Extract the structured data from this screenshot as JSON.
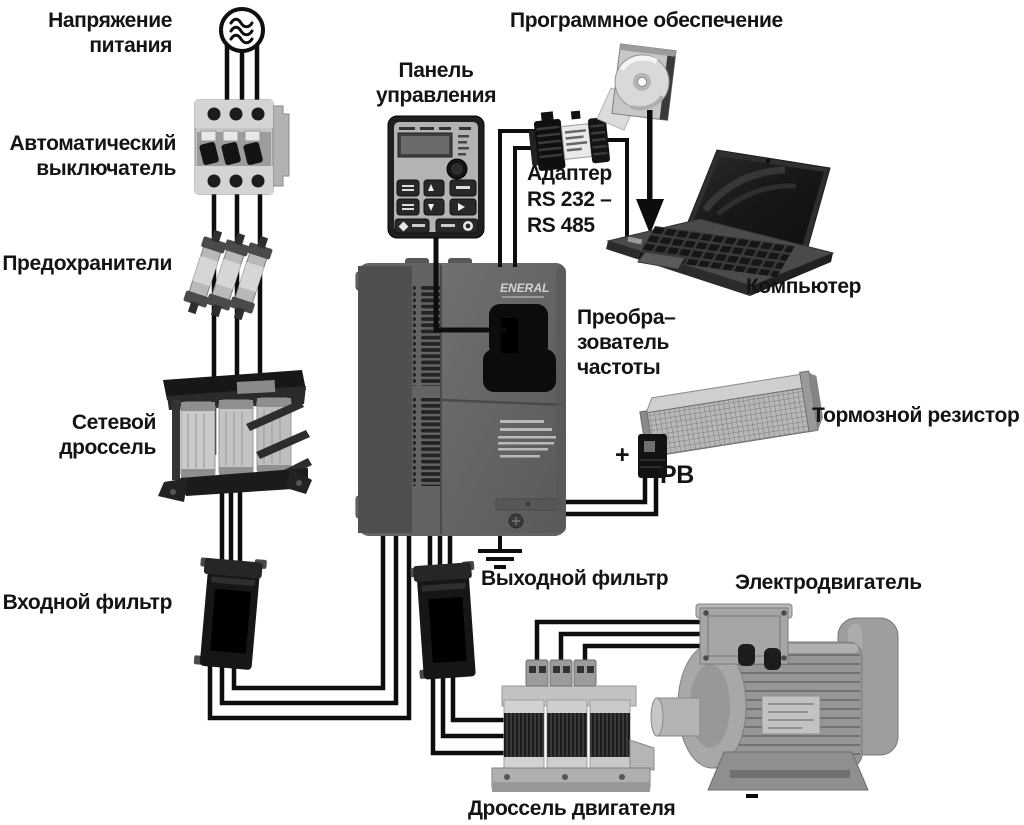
{
  "diagram": {
    "brand": "ENERAL",
    "labels": {
      "supply": {
        "line1": "Напряжение",
        "line2": "питания"
      },
      "breaker": {
        "line1": "Автоматический",
        "line2": "выключатель"
      },
      "fuses": "Предохранители",
      "line_choke": {
        "line1": "Сетевой",
        "line2": "дроссель"
      },
      "input_filter": "Входной фильтр",
      "control_panel": {
        "line1": "Панель",
        "line2": "управления"
      },
      "software": "Программное обеспечение",
      "adapter": {
        "line1": "Адаптер",
        "line2": "RS 232 –",
        "line3": "RS 485"
      },
      "computer": "Компьютер",
      "converter": {
        "line1": "Преобра–",
        "line2": "зователь",
        "line3": "частоты"
      },
      "brake_resistor": "Тормозной резистор",
      "plus_terminal": "+",
      "pb_terminal": "РВ",
      "output_filter": "Выходной фильтр",
      "motor": "Электродвигатель",
      "motor_choke": "Дроссель двигателя"
    },
    "colors": {
      "background": "#ffffff",
      "wire": "#0d0d0d",
      "text": "#141414",
      "converter_body": "#636363",
      "panel_face": "#b3b3b3"
    }
  }
}
